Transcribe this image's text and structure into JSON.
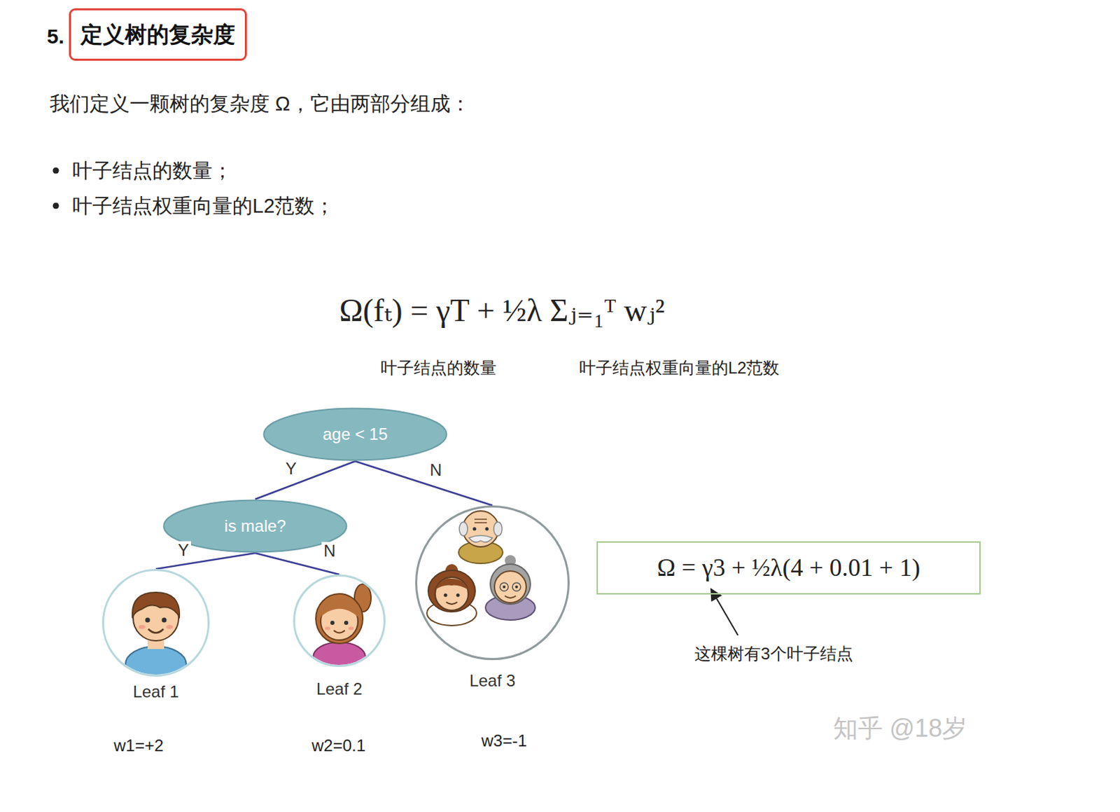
{
  "diagram": {
    "nodes": [
      {
        "text": [
          "定义树的复杂度"
        ]
      },
      {
        "text": [
          "age < 15"
        ]
      },
      {
        "text": [
          "is male?"
        ]
      },
      {
        "text": [
          "Leaf 1"
        ]
      },
      {
        "text": [
          "Leaf 2"
        ]
      },
      {
        "text": [
          "Leaf 3"
        ]
      },
      {
        "text": [
          "Ω = γ3 + ½λ(4 + 0.01 + 1)"
        ]
      }
    ],
    "edges": [
      {
        "from": 1,
        "to": 2,
        "label": "Y",
        "arrow": "none"
      },
      {
        "from": 1,
        "to": 5,
        "label": "N",
        "arrow": "none"
      },
      {
        "from": 2,
        "to": 3,
        "label": "Y",
        "arrow": "none"
      },
      {
        "from": 2,
        "to": 4,
        "label": "N",
        "arrow": "none"
      }
    ],
    "labels": [
      "5.",
      "我们定义一颗树的复杂度 Ω，它由两部分组成：",
      "叶子结点的数量；",
      "叶子结点权重向量的L2范数；",
      "Ω(fₜ) = γT + ½λ Σⱼ₌₁ᵀ wⱼ²",
      "叶子结点的数量",
      "叶子结点权重向量的L2范数",
      "w1=+2",
      "w2=0.1",
      "w3=-1",
      "这棵树有3个叶子结点",
      "知乎 @18岁"
    ]
  }
}
